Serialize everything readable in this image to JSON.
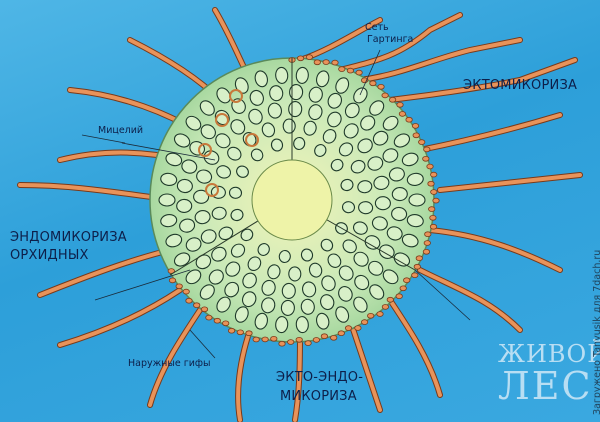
{
  "labels": {
    "hartig_net": [
      "Сеть",
      "Гартинга"
    ],
    "ectomycorrhiza": "ЭКТОМИКОРИЗА",
    "mycelium": "Мицелий",
    "endomycorrhiza_orchid": [
      "ЭНДОМИКОРИЗА",
      "ОРХИДНЫХ"
    ],
    "external_hyphae": "Наружные гифы",
    "ecto_endomycorrhiza": [
      "ЭКТО-ЭНДО-",
      "МИКОРИЗА"
    ]
  },
  "watermark": {
    "line1": "ЖИВОЙ",
    "line2": "ЛЕС"
  },
  "credit": "Загружено Tanyusik для 7dach.ru",
  "colors": {
    "background": "#2d9fd9",
    "cell_fill": "#d8f0c8",
    "cell_outline": "#1f3a2a",
    "hyphae": "#e8935a",
    "hyphae_outline": "#7a3a1a",
    "cortex_center": "#f3f3b0",
    "text": "#0d1f4a"
  }
}
